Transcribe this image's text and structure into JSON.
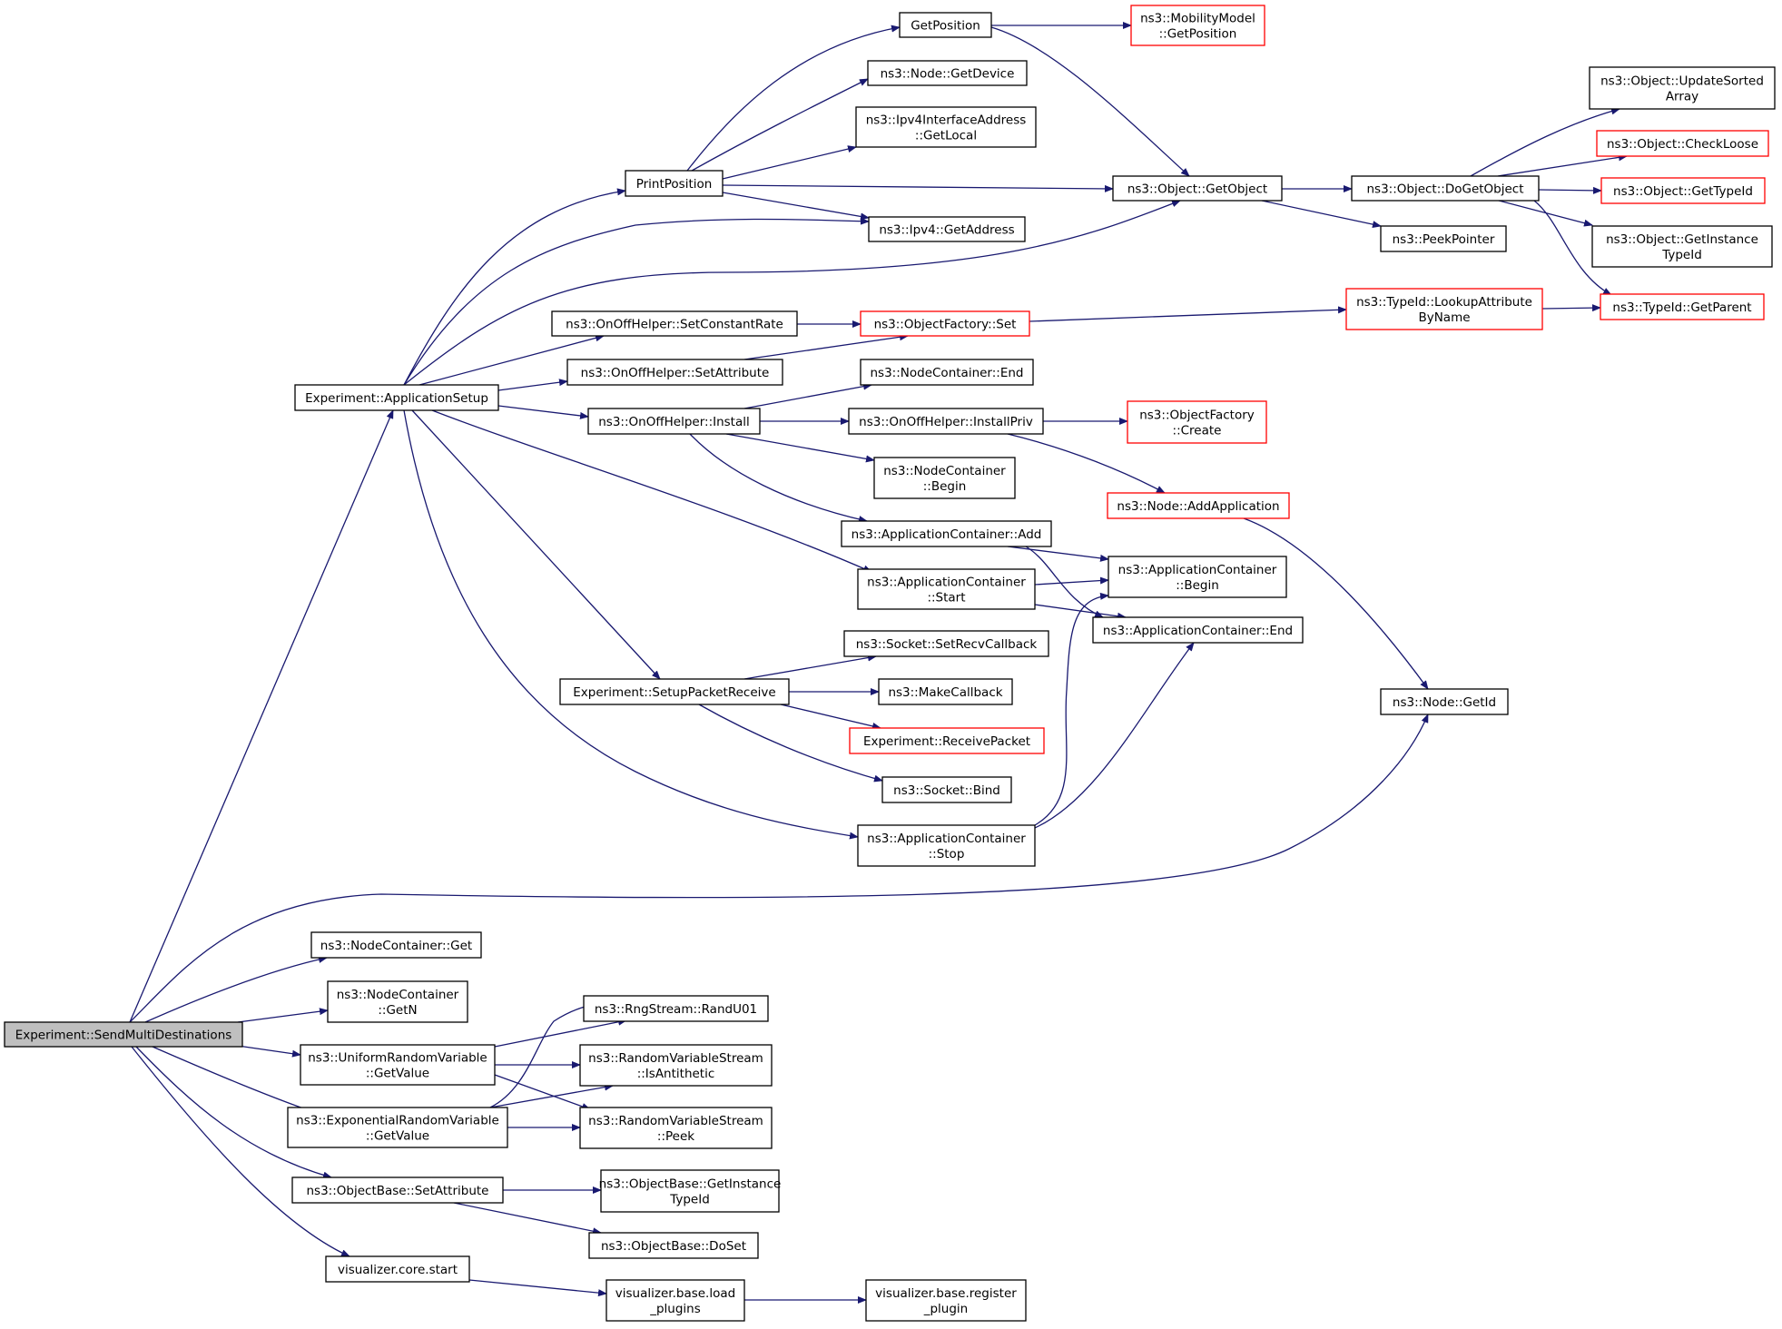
{
  "colors": {
    "edge": "#191970",
    "node_border": "#000000",
    "node_border_incomplete": "#ff0000",
    "root_fill": "#bfbfbf",
    "background": "#ffffff"
  },
  "nodes": {
    "send_multi_destinations": "Experiment::SendMultiDestinations",
    "application_setup": "Experiment::ApplicationSetup",
    "print_position": "PrintPosition",
    "get_position": "GetPosition",
    "mobility_get_position": [
      "ns3::MobilityModel",
      "::GetPosition"
    ],
    "node_get_device": "ns3::Node::GetDevice",
    "ipv4_iface_get_local": [
      "ns3::Ipv4InterfaceAddress",
      "::GetLocal"
    ],
    "object_get_object": "ns3::Object::GetObject",
    "ipv4_get_address": "ns3::Ipv4::GetAddress",
    "object_do_get_object": "ns3::Object::DoGetObject",
    "peek_pointer": "ns3::PeekPointer",
    "update_sorted_array": [
      "ns3::Object::UpdateSorted",
      "Array"
    ],
    "check_loose": "ns3::Object::CheckLoose",
    "get_type_id": "ns3::Object::GetTypeId",
    "get_instance_type_id": [
      "ns3::Object::GetInstance",
      "TypeId"
    ],
    "typeid_get_parent": "ns3::TypeId::GetParent",
    "set_constant_rate": "ns3::OnOffHelper::SetConstantRate",
    "object_factory_set": "ns3::ObjectFactory::Set",
    "lookup_attribute_by_name": [
      "ns3::TypeId::LookupAttribute",
      "ByName"
    ],
    "onoff_set_attribute": "ns3::OnOffHelper::SetAttribute",
    "node_container_end": "ns3::NodeContainer::End",
    "onoff_install": "ns3::OnOffHelper::Install",
    "onoff_install_priv": "ns3::OnOffHelper::InstallPriv",
    "object_factory_create": [
      "ns3::ObjectFactory",
      "::Create"
    ],
    "node_container_begin": [
      "ns3::NodeContainer",
      "::Begin"
    ],
    "node_add_application": "ns3::Node::AddApplication",
    "app_container_add": "ns3::ApplicationContainer::Add",
    "app_container_begin": [
      "ns3::ApplicationContainer",
      "::Begin"
    ],
    "app_container_start": [
      "ns3::ApplicationContainer",
      "::Start"
    ],
    "app_container_end": "ns3::ApplicationContainer::End",
    "socket_set_recv_callback": "ns3::Socket::SetRecvCallback",
    "setup_packet_receive": "Experiment::SetupPacketReceive",
    "make_callback": "ns3::MakeCallback",
    "receive_packet": "Experiment::ReceivePacket",
    "socket_bind": "ns3::Socket::Bind",
    "node_get_id": "ns3::Node::GetId",
    "app_container_stop": [
      "ns3::ApplicationContainer",
      "::Stop"
    ],
    "node_container_get": "ns3::NodeContainer::Get",
    "node_container_get_n": [
      "ns3::NodeContainer",
      "::GetN"
    ],
    "rng_stream_rand_u01": "ns3::RngStream::RandU01",
    "uniform_rv_get_value": [
      "ns3::UniformRandomVariable",
      "::GetValue"
    ],
    "rvs_is_antithetic": [
      "ns3::RandomVariableStream",
      "::IsAntithetic"
    ],
    "exponential_rv_get_value": [
      "ns3::ExponentialRandomVariable",
      "::GetValue"
    ],
    "rvs_peek": [
      "ns3::RandomVariableStream",
      "::Peek"
    ],
    "object_base_set_attribute": "ns3::ObjectBase::SetAttribute",
    "object_base_get_instance_type_id": [
      "ns3::ObjectBase::GetInstance",
      "TypeId"
    ],
    "object_base_do_set": "ns3::ObjectBase::DoSet",
    "visualizer_core_start": "visualizer.core.start",
    "visualizer_base_load_plugins": [
      "visualizer.base.load",
      "_plugins"
    ],
    "visualizer_base_register_plugin": [
      "visualizer.base.register",
      "_plugin"
    ]
  }
}
